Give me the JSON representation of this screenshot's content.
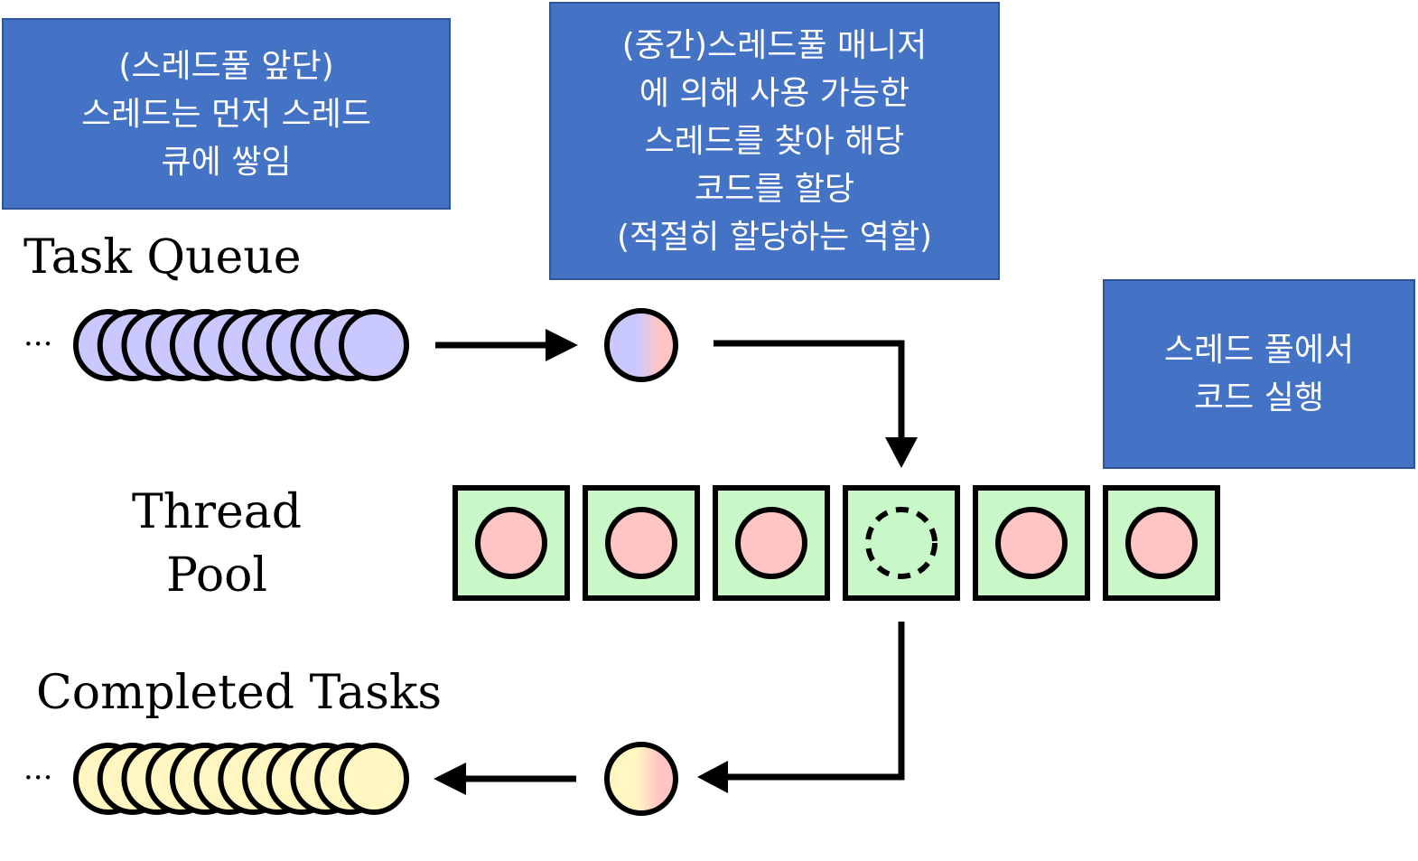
{
  "notes": {
    "front": "(스레드풀 앞단)\n스레드는 먼저 스레드\n큐에 쌓임",
    "middle": "(중간)스레드풀 매니저\n에 의해 사용 가능한\n스레드를 찾아 해당\n코드를 할당\n(적절히 할당하는 역할)",
    "execute": "스레드 풀에서\n코드 실행"
  },
  "labels": {
    "task_queue": "Task Queue",
    "thread_pool": "Thread\nPool",
    "completed_tasks": "Completed Tasks",
    "ellipsis": "···"
  },
  "colors": {
    "note_bg": "#4472c4",
    "task": "#c9c9ff",
    "completed": "#fff6c2",
    "thread_box": "#c8f7c8",
    "busy_thread": "#ffc4c4"
  },
  "thread_pool": {
    "slots": [
      "busy",
      "busy",
      "busy",
      "free",
      "busy",
      "busy"
    ]
  },
  "queue": {
    "pending_count": 12,
    "completed_count": 12
  }
}
